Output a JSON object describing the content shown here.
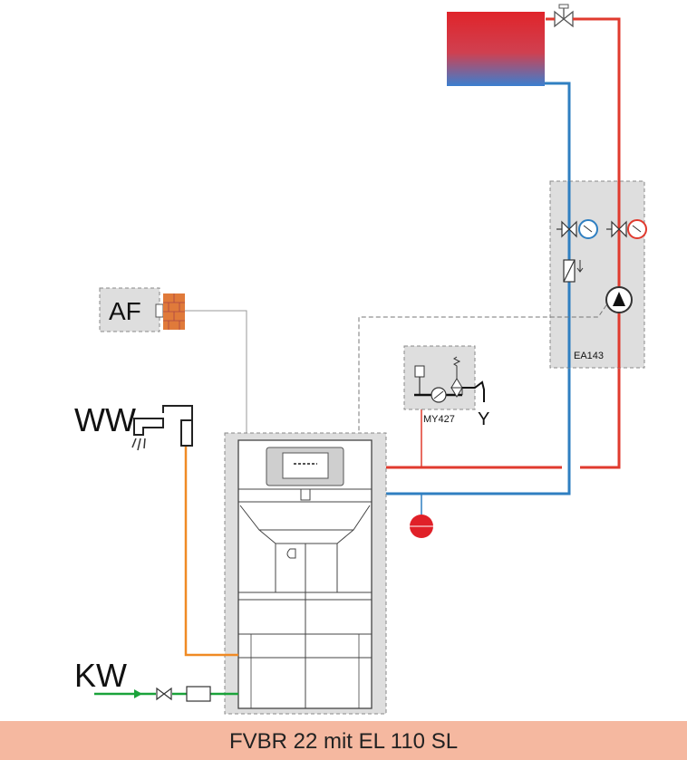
{
  "labels": {
    "af": "AF",
    "ww": "WW",
    "kw": "KW",
    "ea": "EA143",
    "my": "MY427",
    "drain": "Y"
  },
  "footer": {
    "title": "FVBR 22 mit EL 110 SL"
  },
  "colors": {
    "hot_pipe": "#e03a2e",
    "cold_pipe": "#2f7fc1",
    "dhw_pipe": "#f08a24",
    "cold_water_pipe": "#1aa33a",
    "footer_bg": "#f5b8a0",
    "module_bg": "#dedede",
    "brick": "#e07a3a"
  },
  "icons": [
    "radiator-icon",
    "valve-icon",
    "tap-icon",
    "brick-wall-icon",
    "pump-icon",
    "check-valve-icon",
    "thermometer-icon",
    "expansion-vessel-icon",
    "safety-valve-icon"
  ]
}
